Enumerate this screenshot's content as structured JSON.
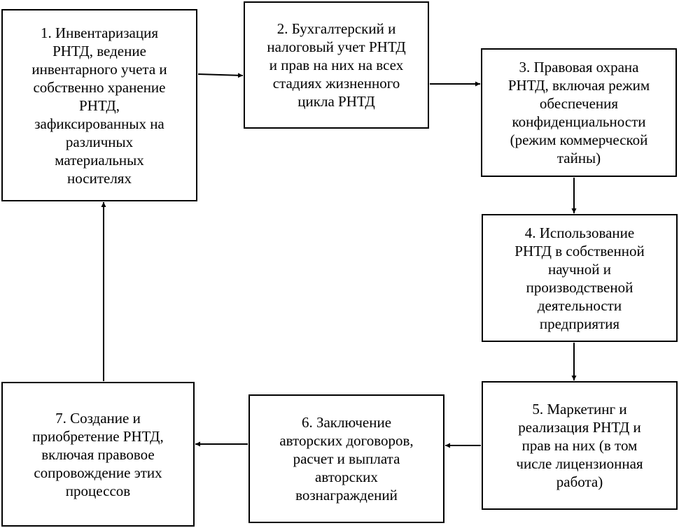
{
  "diagram": {
    "nodes": [
      {
        "id": "n1",
        "label": "1. Инвентаризация\nРНТД, ведение\nинвентарного учета и\nсобственно хранение\nРНТД,\nзафиксированных на\nразличных\nматериальных\nносителях"
      },
      {
        "id": "n2",
        "label": "2. Бухгалтерский и\nналоговый учет РНТД\nи прав на них на всех\nстадиях жизненного\nцикла РНТД"
      },
      {
        "id": "n3",
        "label": "3. Правовая охрана\nРНТД, включая режим\nобеспечения\nконфиденциальности\n(режим коммерческой\nтайны)"
      },
      {
        "id": "n4",
        "label": "4. Использование\nРНТД в собственной\nнаучной и\nпроизводственой\nдеятельности\nпредприятия"
      },
      {
        "id": "n5",
        "label": "5. Маркетинг и\nреализация РНТД и\nправ на них (в том\nчисле  лицензионная\nработа)"
      },
      {
        "id": "n6",
        "label": "6. Заключение\nавторских договоров,\nрасчет и выплата\nавторских\nвознаграждений"
      },
      {
        "id": "n7",
        "label": "7. Создание и\nприобретение РНТД,\nвключая правовое\nсопровождение этих\nпроцессов"
      }
    ],
    "edges": [
      {
        "from": "n1",
        "to": "n2"
      },
      {
        "from": "n2",
        "to": "n3"
      },
      {
        "from": "n3",
        "to": "n4"
      },
      {
        "from": "n4",
        "to": "n5"
      },
      {
        "from": "n5",
        "to": "n6"
      },
      {
        "from": "n6",
        "to": "n7"
      },
      {
        "from": "n7",
        "to": "n1"
      }
    ]
  }
}
